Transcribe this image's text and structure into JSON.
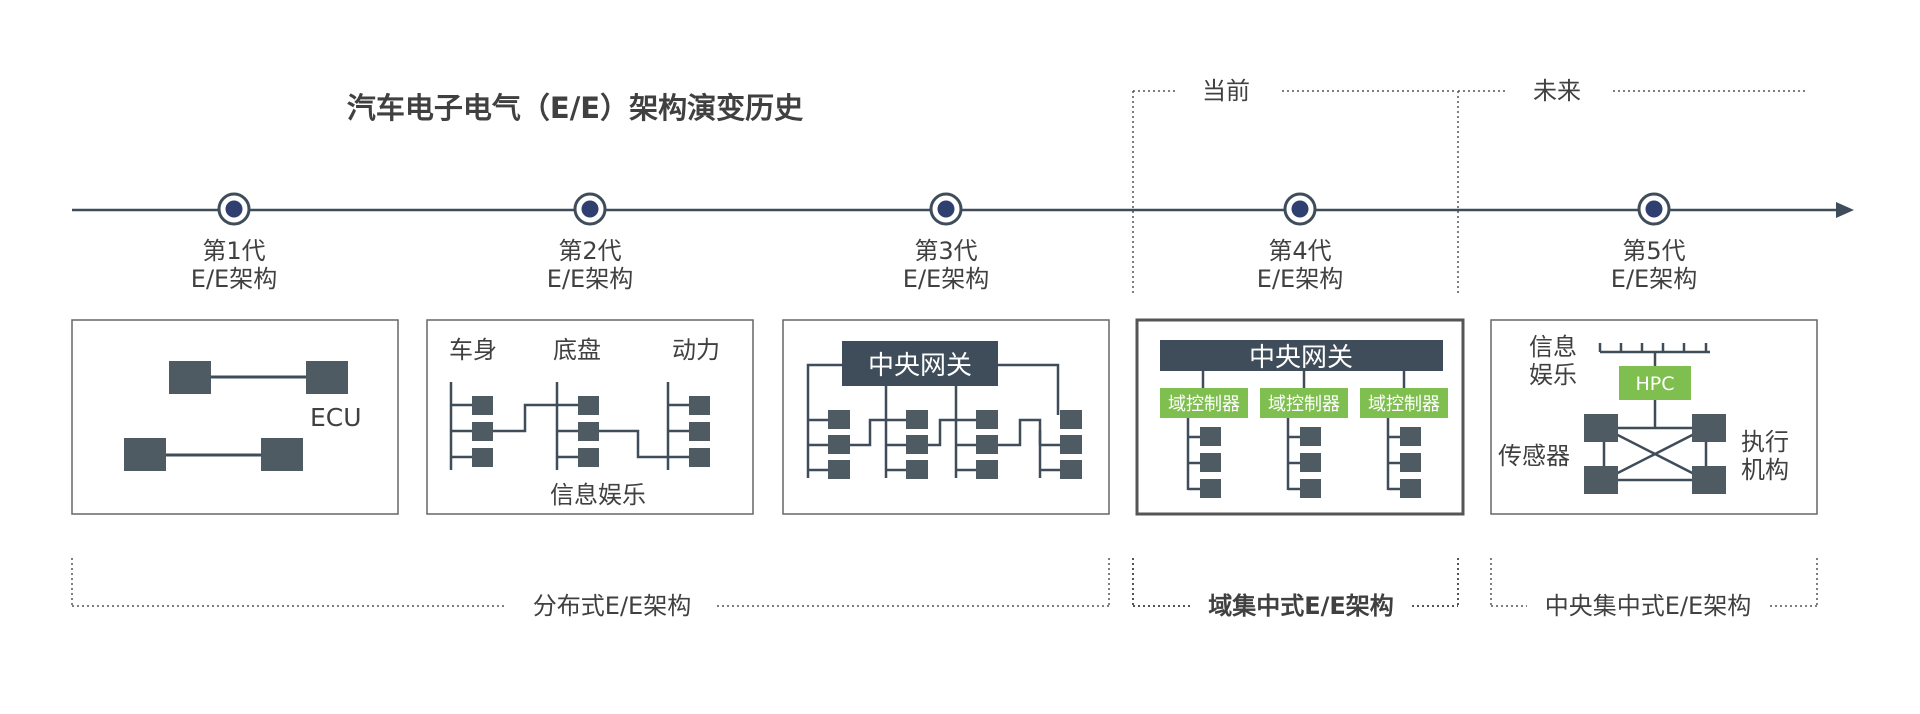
{
  "title": "汽车电子电气（E/E）架构演变历史",
  "periods": {
    "current": "当前",
    "future": "未来"
  },
  "generations": [
    {
      "line1": "第1代",
      "line2": "E/E架构"
    },
    {
      "line1": "第2代",
      "line2": "E/E架构"
    },
    {
      "line1": "第3代",
      "line2": "E/E架构"
    },
    {
      "line1": "第4代",
      "line2": "E/E架构"
    },
    {
      "line1": "第5代",
      "line2": "E/E架构"
    }
  ],
  "gen1": {
    "ecu_label": "ECU"
  },
  "gen2": {
    "body": "车身",
    "chassis": "底盘",
    "power": "动力",
    "infotainment": "信息娱乐"
  },
  "gen3": {
    "gateway": "中央网关"
  },
  "gen4": {
    "gateway": "中央网关",
    "domain_controller": "域控制器"
  },
  "gen5": {
    "infotainment_line1": "信息",
    "infotainment_line2": "娱乐",
    "hpc": "HPC",
    "sensor": "传感器",
    "actuator_line1": "执行",
    "actuator_line2": "机构"
  },
  "categories": {
    "distributed": "分布式E/E架构",
    "domain_centralized": "域集中式E/E架构",
    "central_centralized": "中央集中式E/E架构"
  },
  "colors": {
    "line": "#3f4d5a",
    "node_fill": "#3f4d5a",
    "ecu_fill": "#4f5b62",
    "green": "#7fbf4f",
    "text": "#404040",
    "dot_outer": "#3f4d5a",
    "dot_inner": "#2f3f6f"
  }
}
